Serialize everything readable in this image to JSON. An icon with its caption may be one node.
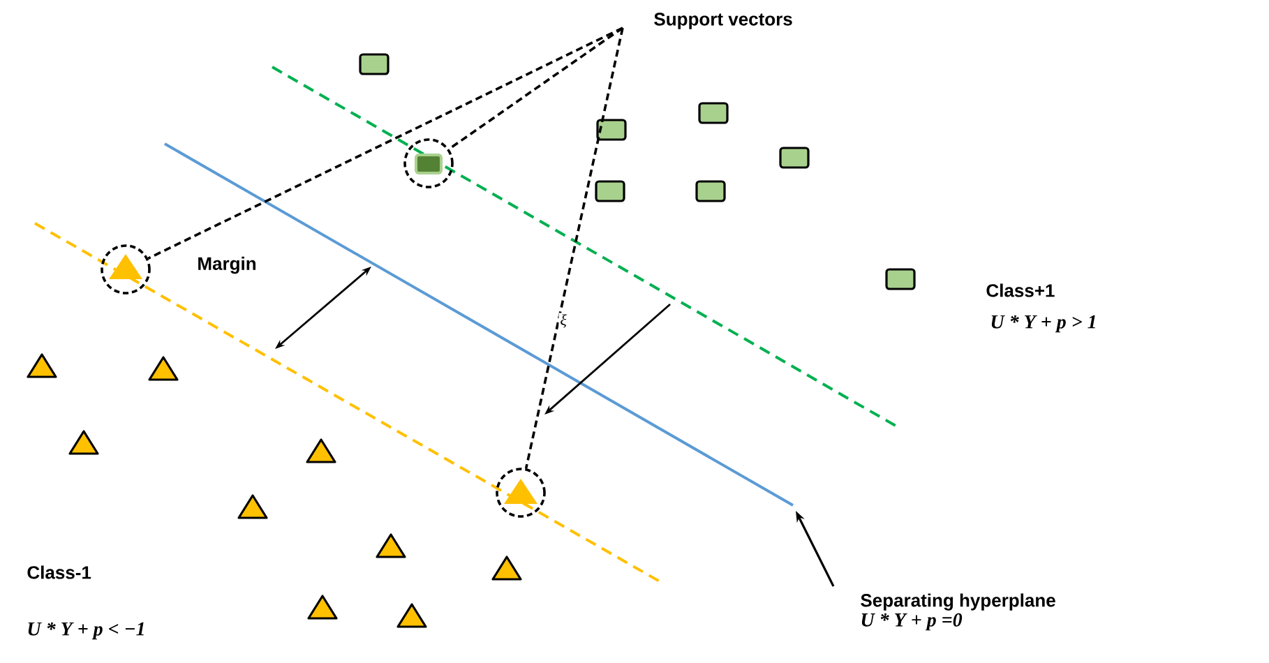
{
  "diagram": {
    "nodes": [
      {
        "text": [
          "Support vectors"
        ]
      },
      {
        "text": [],
        "shape": "circle"
      },
      {
        "text": [],
        "shape": "circle"
      },
      {
        "text": [],
        "shape": "circle"
      },
      {
        "text": [
          "Separating hyperplane",
          "U * Y + p =0"
        ]
      }
    ],
    "edges": [
      {
        "from": 0,
        "to": 1,
        "arrow": "none",
        "style": "dashed"
      },
      {
        "from": 0,
        "to": 2,
        "arrow": "none",
        "style": "dashed"
      },
      {
        "from": 0,
        "to": 3,
        "arrow": "none",
        "style": "dashed"
      },
      {
        "from": 4,
        "to": null,
        "arrow": "to"
      }
    ],
    "labels": [
      "Margin",
      "ξ",
      "Class+1",
      "U * Y + p > 1",
      "Class-1",
      "U * Y + p < −1"
    ]
  }
}
